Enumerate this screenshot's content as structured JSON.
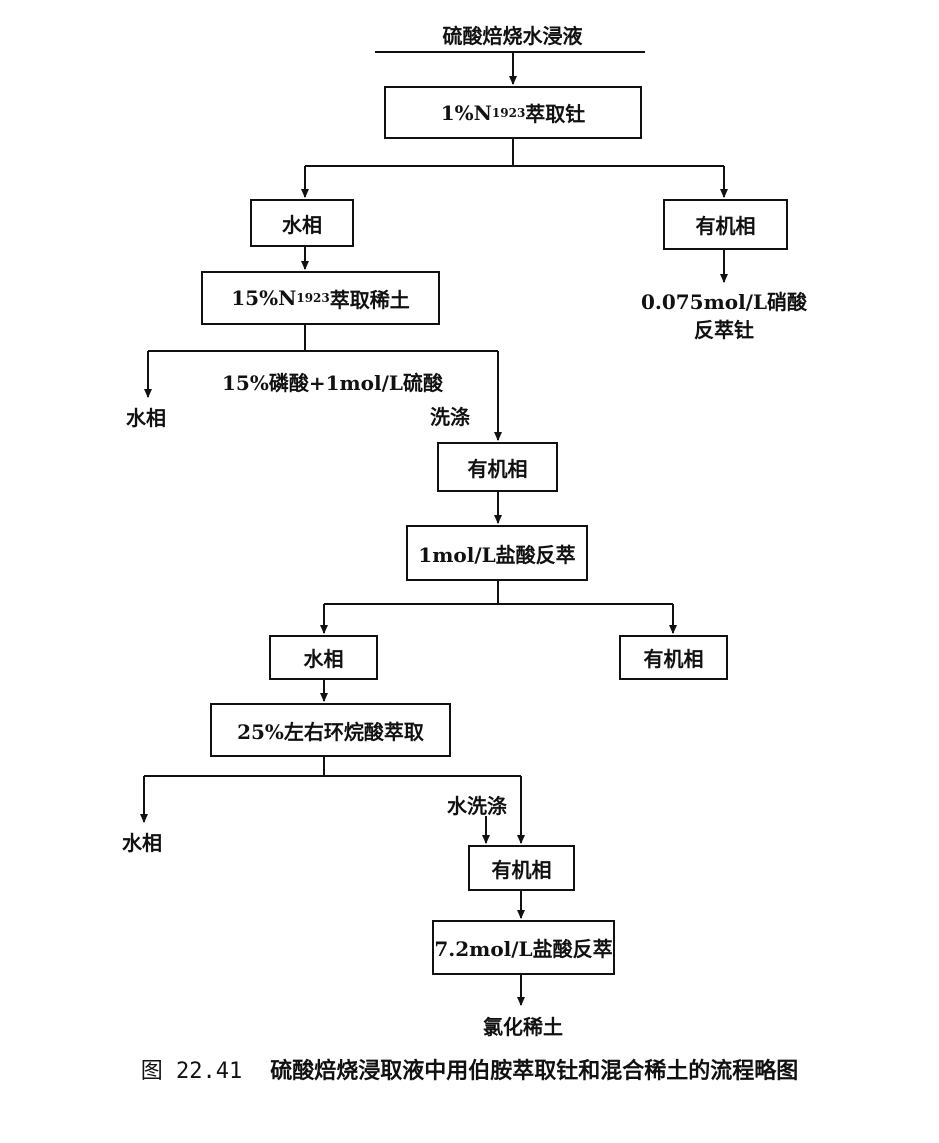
{
  "source": "硫酸焙烧水浸液",
  "box1": {
    "pre": "1%N",
    "sub": "1923",
    "post": "萃取钍"
  },
  "aq1": "水相",
  "org1": "有机相",
  "org1_strip": [
    "0.075mol/L硝酸",
    "反萃钍"
  ],
  "box2": {
    "pre": "15%N",
    "sub": "1923",
    "post": "萃取稀土"
  },
  "aq2": "水相",
  "wash1": [
    "15%磷酸+1mol/L硫酸",
    "洗涤"
  ],
  "org2": "有机相",
  "box3": "1mol/L盐酸反萃",
  "aq3": "水相",
  "org3": "有机相",
  "box4": "25%左右环烷酸萃取",
  "aq4": "水相",
  "wash2": "水洗涤",
  "org4": "有机相",
  "box5": "7.2mol/L盐酸反萃",
  "product": "氯化稀土",
  "caption": {
    "number": "图 22.41",
    "text": "硫酸焙烧浸取液中用伯胺萃取钍和混合稀土的流程略图"
  }
}
